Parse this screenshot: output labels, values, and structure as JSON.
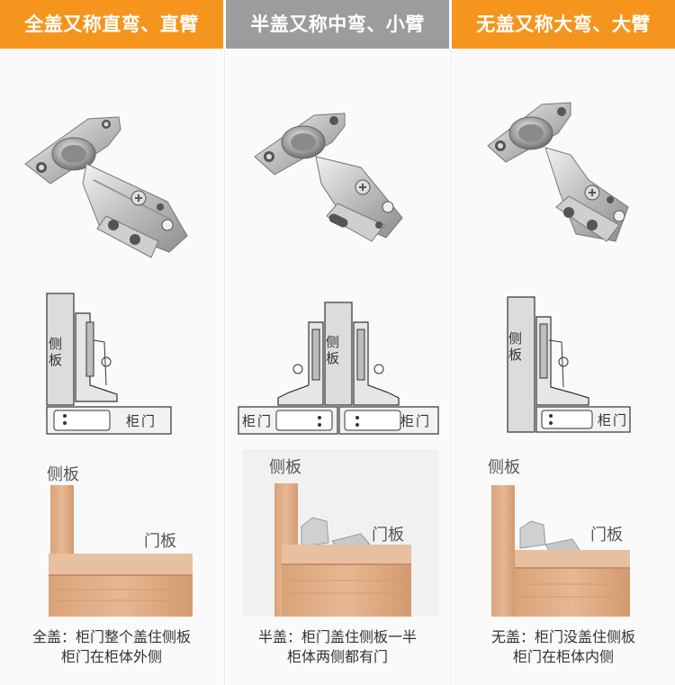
{
  "columns": [
    {
      "header": "全盖又称直弯、直臂",
      "header_color": "#f5951d",
      "diagram": {
        "side_panel": "侧板",
        "door": "柜门"
      },
      "photo": {
        "side_label": "侧板",
        "door_label": "门板"
      },
      "caption": {
        "line1": "全盖：柜门整个盖住侧板",
        "line2": "柜门在柜体外侧"
      }
    },
    {
      "header": "半盖又称中弯、小臂",
      "header_color": "#9c9c9c",
      "diagram": {
        "side_panel": "侧板",
        "door_left": "柜门",
        "door_right": "柜门"
      },
      "photo": {
        "side_label": "侧板",
        "door_label": "门板"
      },
      "caption": {
        "line1": "半盖：柜门盖住侧板一半",
        "line2": "柜体两侧都有门"
      }
    },
    {
      "header": "无盖又称大弯、大臂",
      "header_color": "#f5951d",
      "diagram": {
        "side_panel": "侧板",
        "door": "柜门"
      },
      "photo": {
        "side_label": "侧板",
        "door_label": "门板"
      },
      "caption": {
        "line1": "无盖：柜门没盖住侧板",
        "line2": "柜门在柜体内侧"
      }
    }
  ]
}
